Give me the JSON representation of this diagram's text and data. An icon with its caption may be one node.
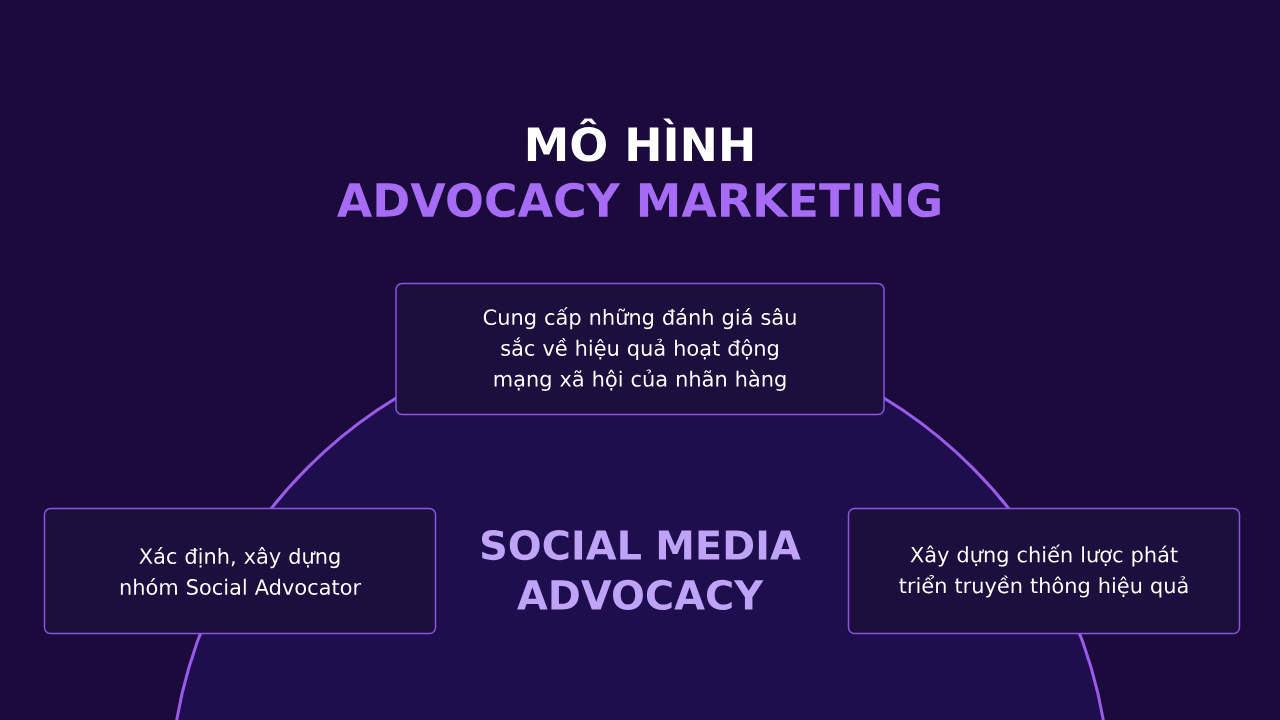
{
  "diagram": {
    "title": "MÔ HÌNH",
    "nodes": [
      {
        "text": [
          "Cung cấp những đánh giá sâu sắc về hiệu quả hoạt động mạng xã hội của nhãn hàng"
        ]
      },
      {
        "text": [
          "Xác định, xây dựng nhóm Social Advocator"
        ]
      },
      {
        "text": [
          "Xây dựng chiến lược phát triển truyền thông hiệu quả"
        ]
      }
    ],
    "labels": [
      "ADVOCACY MARKETING",
      "SOCIAL MEDIA ADVOCACY"
    ]
  }
}
